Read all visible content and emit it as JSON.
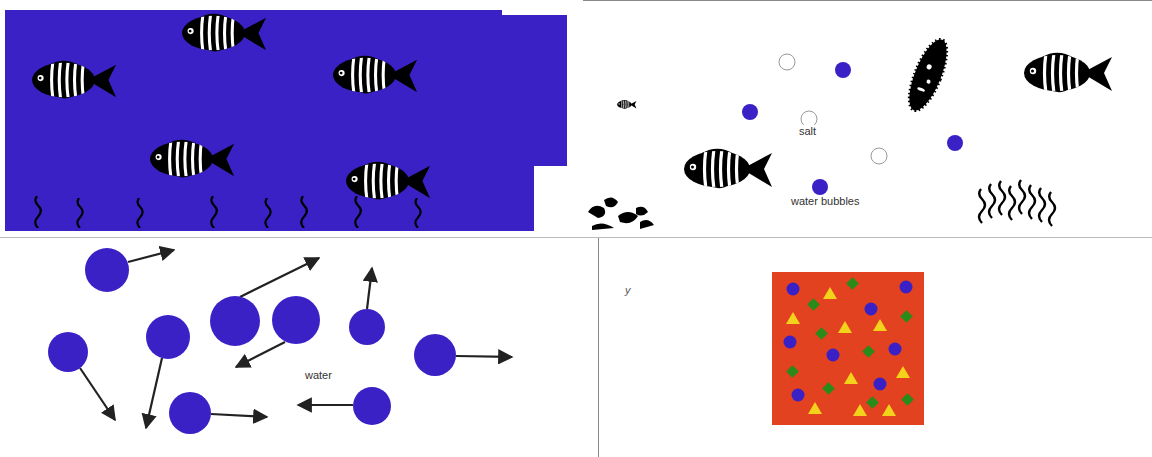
{
  "diagram": {
    "labels": [
      "salt",
      "water bubbles",
      "water",
      "y"
    ]
  }
}
